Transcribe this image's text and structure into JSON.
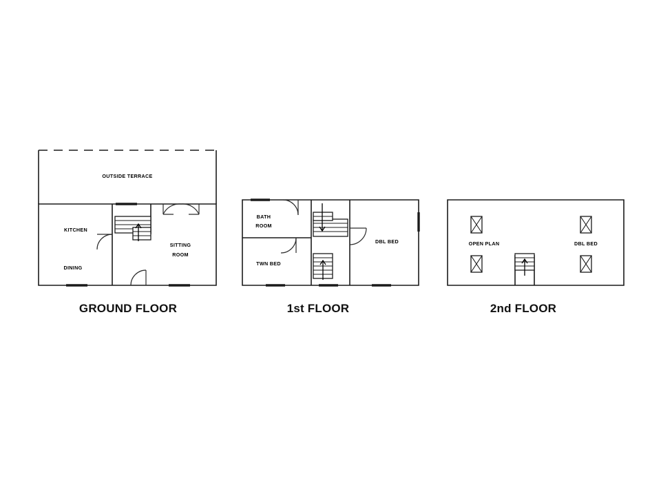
{
  "page": {
    "background_color": "#ffffff",
    "line_color": "#1a1a1a",
    "document_type": "architectural floor plan set"
  },
  "floors": [
    {
      "id": "ground",
      "title": "GROUND FLOOR",
      "rooms": [
        {
          "name": "OUTSIDE TERRACE"
        },
        {
          "name": "KITCHEN"
        },
        {
          "name": "DINING"
        },
        {
          "name": "SITTING ROOM",
          "line1": "SITTING",
          "line2": "ROOM"
        }
      ]
    },
    {
      "id": "first",
      "title": "1st FLOOR",
      "rooms": [
        {
          "name": "BATH ROOM",
          "line1": "BATH",
          "line2": "ROOM"
        },
        {
          "name": "TWN BED"
        },
        {
          "name": "DBL BED"
        }
      ]
    },
    {
      "id": "second",
      "title": "2nd FLOOR",
      "rooms": [
        {
          "name": "OPEN PLAN"
        },
        {
          "name": "DBL BED"
        }
      ]
    }
  ]
}
